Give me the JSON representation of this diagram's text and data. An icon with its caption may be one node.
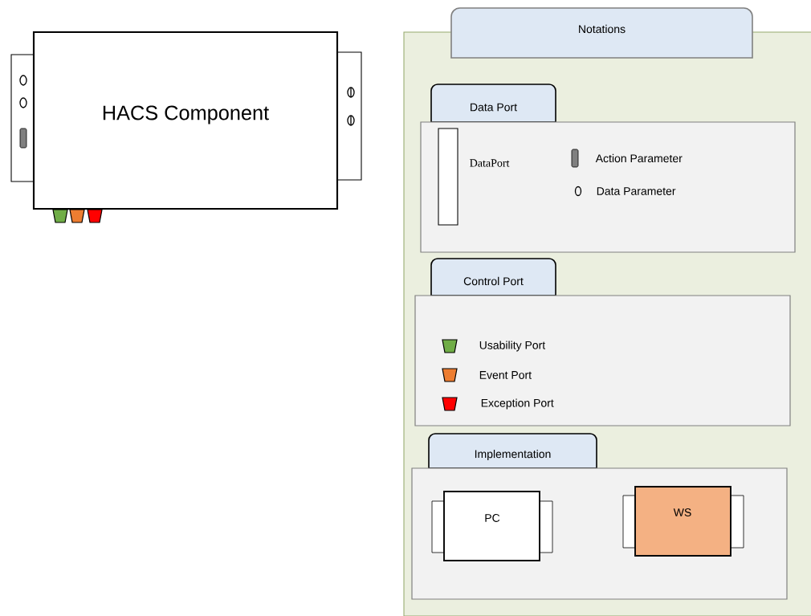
{
  "diagram": {
    "nodes": [
      {
        "text": [
          "HACS Component"
        ]
      },
      {
        "text": [
          "Notations"
        ]
      },
      {
        "text": [
          "Data Port"
        ],
        "in": 1
      },
      {
        "text": [],
        "shape": "bar",
        "in": 2,
        "beside": [
          "DataPort"
        ]
      },
      {
        "text": [
          "Control Port"
        ],
        "in": 1
      },
      {
        "text": [
          "Implementation"
        ],
        "in": 1
      },
      {
        "text": [
          "PC"
        ],
        "in": 5
      },
      {
        "text": [
          "WS"
        ],
        "in": 5
      }
    ],
    "legend": [
      {
        "text": "Action Parameter"
      },
      {
        "text": "Data Parameter"
      },
      {
        "text": "Usability Port",
        "color": "#70ad47"
      },
      {
        "text": "Event Port",
        "color": "#ed7d31"
      },
      {
        "text": "Exception Port",
        "color": "#ff0000"
      }
    ]
  }
}
